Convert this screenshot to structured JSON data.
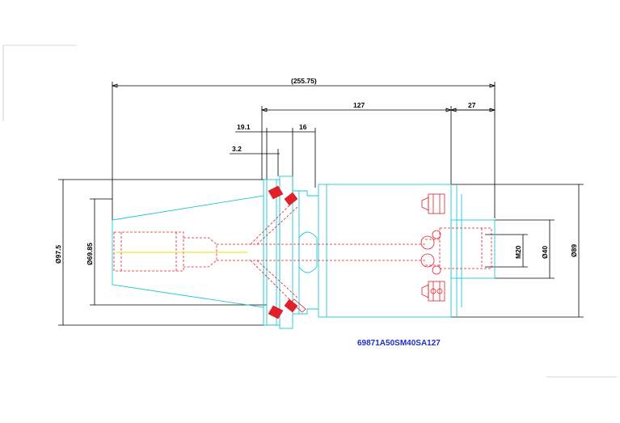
{
  "drawing": {
    "part_number": "69871A50SM40SA127",
    "colors": {
      "outline": "#1fc7d6",
      "hidden": "#e0202a",
      "dimension": "#000000",
      "center": "#e8e000",
      "label": "#1f2dc8"
    },
    "dimensions": {
      "overall_length": "(255.75)",
      "body_length": "127",
      "end_length": "27",
      "flange_offset": "19.1",
      "groove_width": "16",
      "small_offset": "3.2",
      "dia_outer_left": "Ø97.5",
      "dia_taper": "Ø69.85",
      "dia_thread": "M20",
      "dia_bore": "Ø40",
      "dia_body": "Ø89"
    }
  }
}
